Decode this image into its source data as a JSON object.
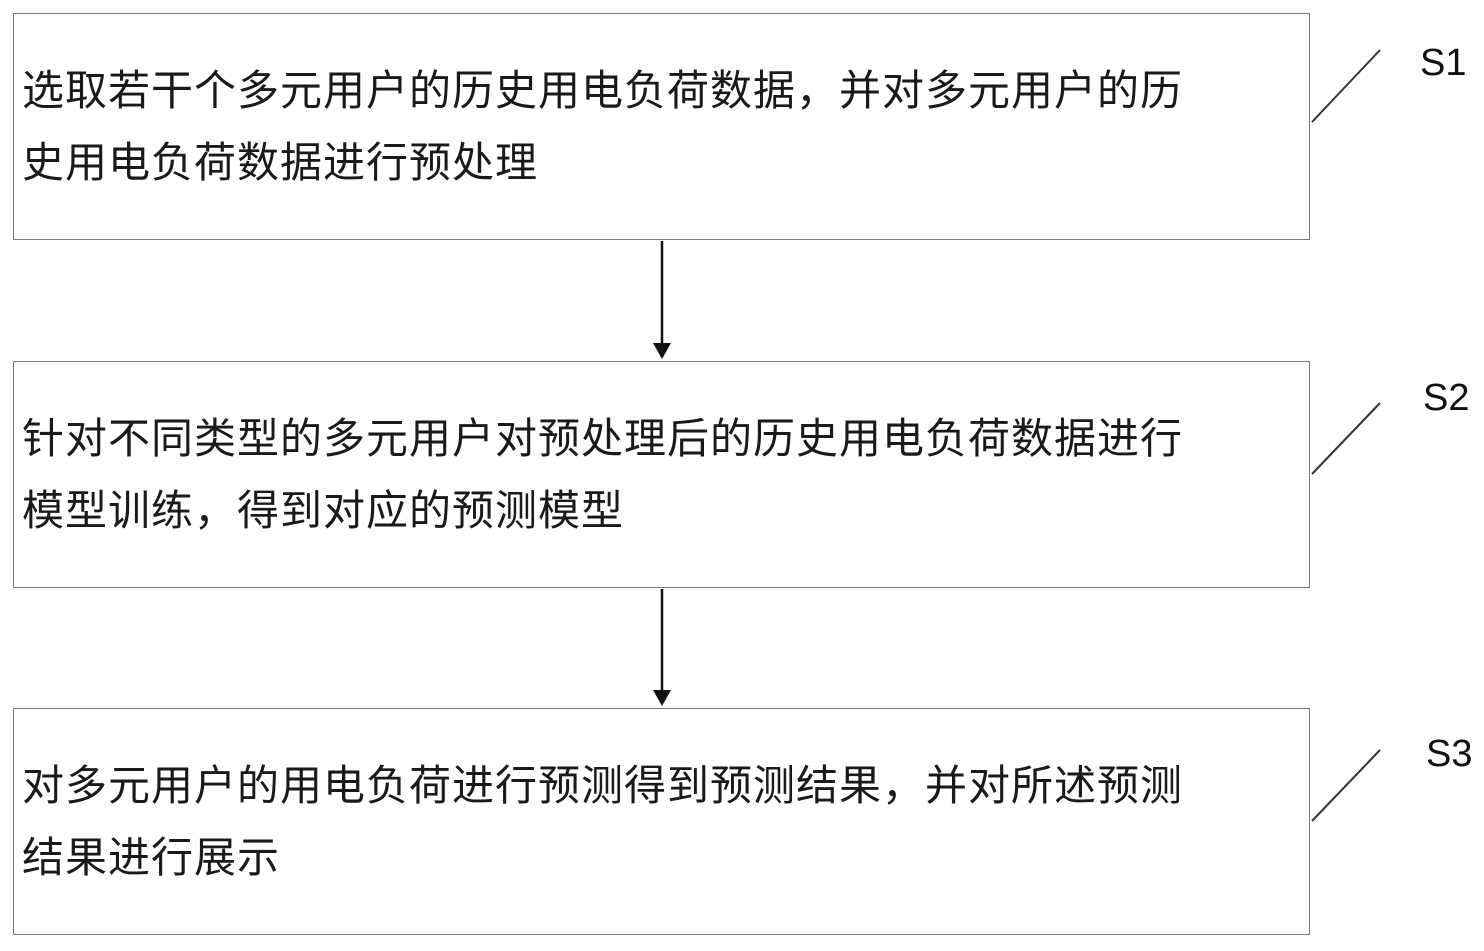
{
  "steps": [
    {
      "id": "S1",
      "label": "S1",
      "text": "选取若干个多元用户的历史用电负荷数据，并对多元用户的历\n史用电负荷数据进行预处理"
    },
    {
      "id": "S2",
      "label": "S2",
      "text": "针对不同类型的多元用户对预处理后的历史用电负荷数据进行\n模型训练，得到对应的预测模型"
    },
    {
      "id": "S3",
      "label": "S3",
      "text": "对多元用户的用电负荷进行预测得到预测结果，并对所述预测\n结果进行展示"
    }
  ],
  "colors": {
    "box_border": "#7a7a7a",
    "text": "#1a1a1a",
    "arrow": "#111111"
  }
}
